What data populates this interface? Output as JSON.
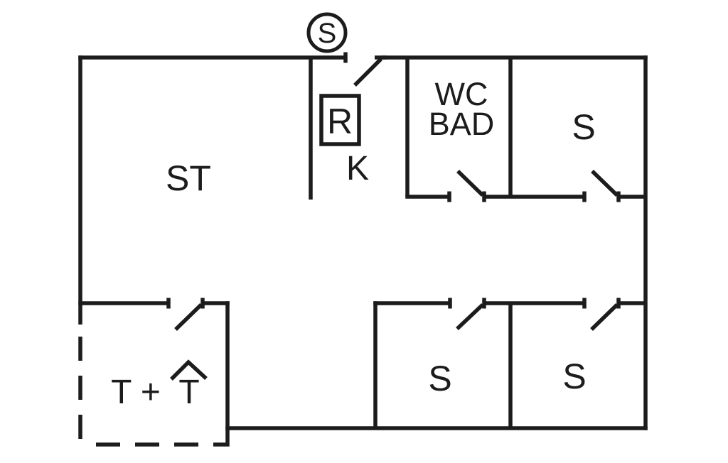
{
  "colors": {
    "line": "#1c1c1c",
    "background": "#ffffff"
  },
  "floorplan": {
    "entrance_marker": "S",
    "rooms": {
      "living_room_label": "ST",
      "kitchen_label": "K",
      "bathroom_label_line1": "WC",
      "bathroom_label_line2": "BAD",
      "bedroom_top_right_label": "S",
      "bedroom_bottom_middle_label": "S",
      "bedroom_bottom_right_label": "S",
      "boiler_cabinet_label": "R",
      "terrace_label": "T +",
      "covered_terrace_label": "T"
    }
  }
}
